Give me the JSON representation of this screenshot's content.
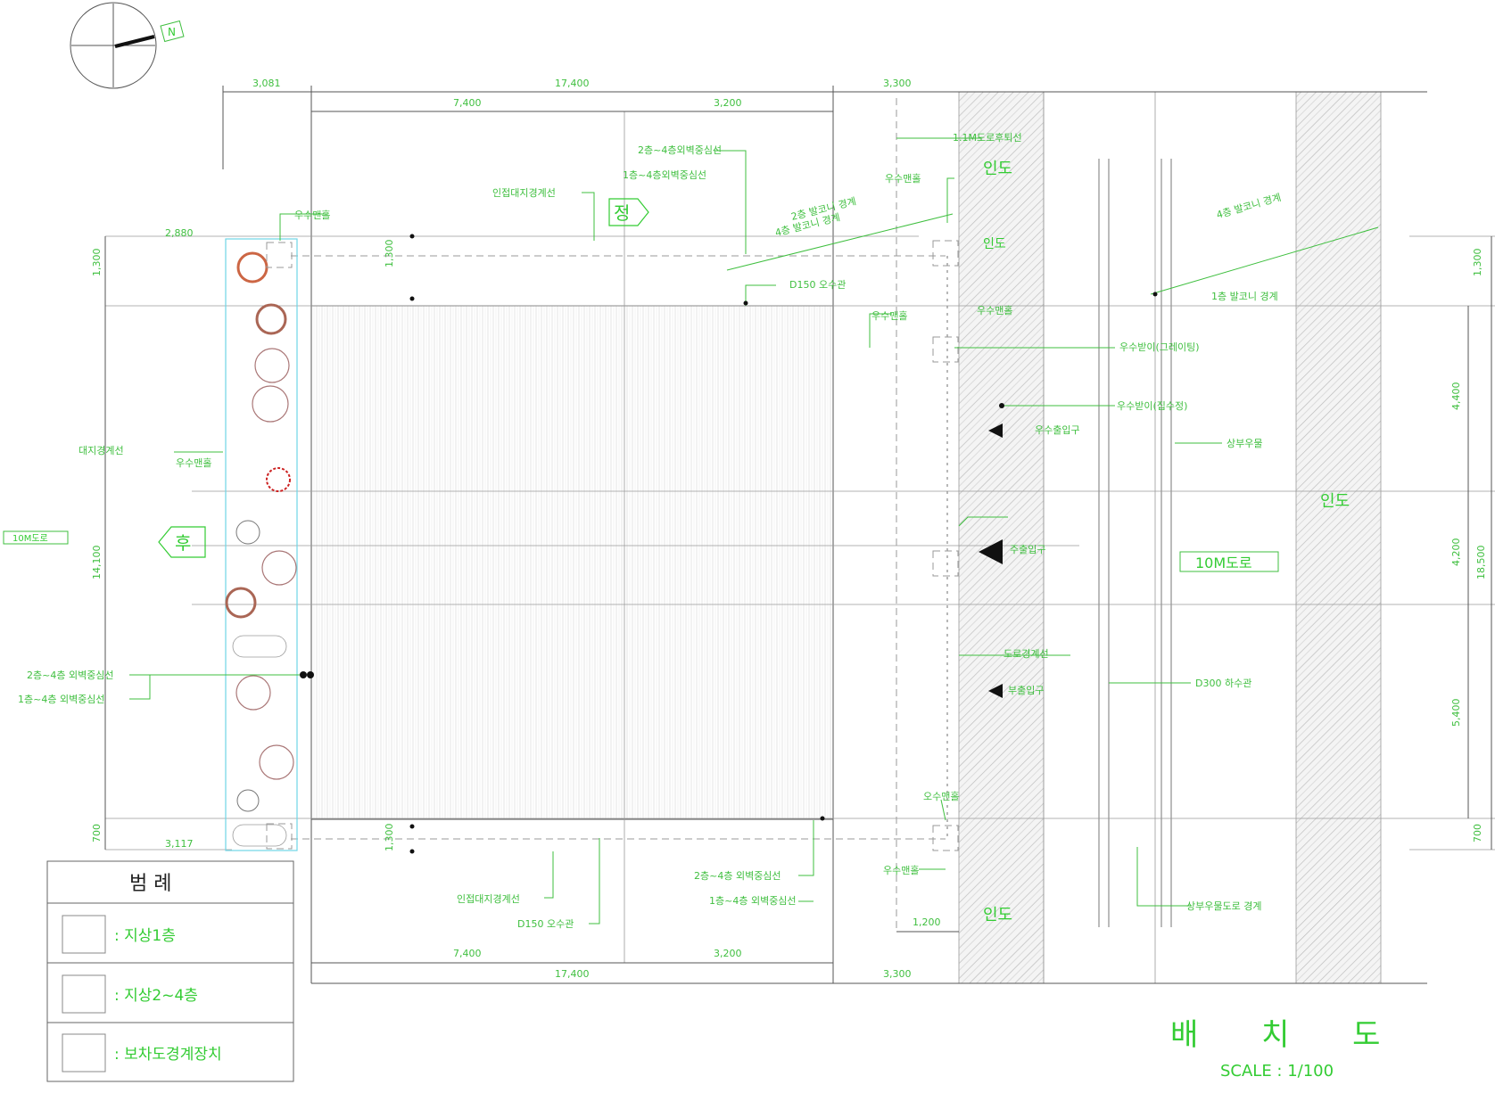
{
  "title": "배 치 도",
  "scale": "SCALE : 1/100",
  "legend": {
    "title": "범 례",
    "items": [
      ": 지상1층",
      ": 지상2~4층",
      ": 보차도경계장치"
    ]
  },
  "roads": {
    "sidewalk_labels": [
      "인도",
      "인도",
      "인도"
    ],
    "road_label": "10M도로",
    "road_label_left": "10M도로",
    "right_strip_label": "인도"
  },
  "north_mark": "N",
  "dims_top": [
    "3,081",
    "17,400",
    "3,300",
    "7,400",
    "3,200"
  ],
  "dims_bottom": [
    "7,400",
    "3,200",
    "17,400",
    "1,200",
    "3,300"
  ],
  "dims_left": [
    "1,300",
    "14,100",
    "700"
  ],
  "dims_right": [
    "1,300",
    "4,400",
    "4,200",
    "5,400",
    "700",
    "18,500"
  ],
  "dims_small": [
    "1,300",
    "1,300",
    "2,880",
    "3,117"
  ],
  "labels": {
    "a1": "2층~4층외벽중심선",
    "a2": "1층~4층외벽중심선",
    "a3": "인접대지경계선",
    "a4": "우수맨홀",
    "a5": "1.1M도로후퇴선",
    "a6": "우수맨홀",
    "a7": "D150 오수관",
    "a8": "우수맨홀",
    "a9": "우수맨홀",
    "a10": "우수받이(그레이팅)",
    "a11": "우수받이(집수정)",
    "a12": "우수출입구",
    "a13": "상부우물",
    "a14": "대지경계선",
    "a15": "우수맨홀",
    "a16": "주출입구",
    "a17": "도로경계선",
    "a18": "부출입구",
    "a19": "D300 하수관",
    "a20": "2층~4층 외벽중심선",
    "a21": "1층~4층 외벽중심선",
    "a22": "오수맨홀",
    "a23": "인접대지경계선",
    "a24": "D150 오수관",
    "a25": "2층~4층 외벽중심선",
    "a26": "1층~4층 외벽중심선",
    "a27": "우수맨홀",
    "a28": "상부우물도로 경계",
    "a29": "2층 발코니 경계",
    "a30": "4층 발코니 경계",
    "a31": "4층 발코니 경계",
    "a32": "1층 발코니 경계"
  },
  "markers": {
    "front": "정",
    "side": "후"
  },
  "colors": {
    "lines": "#555555",
    "text": "#33cc33",
    "sidewalk_hatch": "#bbbbbb",
    "building_outline": "#6fd6e6",
    "tree_red": "#cc2222"
  }
}
